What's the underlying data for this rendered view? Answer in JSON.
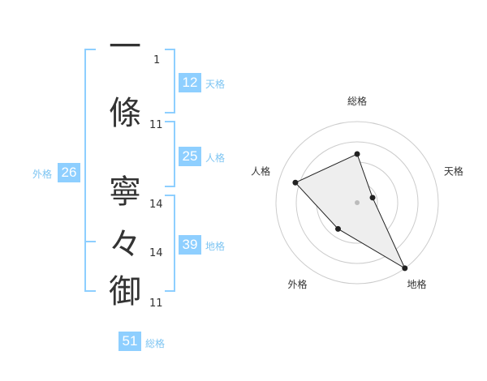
{
  "name": {
    "chars": [
      {
        "char": "一",
        "strokes": "1"
      },
      {
        "char": "條",
        "strokes": "11"
      },
      {
        "char": "寧",
        "strokes": "14"
      },
      {
        "char": "々",
        "strokes": "14"
      },
      {
        "char": "御",
        "strokes": "11"
      }
    ]
  },
  "fortune": {
    "tenkaku": {
      "value": "12",
      "label": "天格"
    },
    "jinkaku": {
      "value": "25",
      "label": "人格"
    },
    "chikaku": {
      "value": "39",
      "label": "地格"
    },
    "gaikaku": {
      "value": "26",
      "label": "外格"
    },
    "soukaku": {
      "value": "51",
      "label": "総格"
    }
  },
  "chart_data": {
    "type": "radar",
    "axes": [
      "総格",
      "天格",
      "地格",
      "外格",
      "人格"
    ],
    "values": [
      0.6,
      0.2,
      1.0,
      0.4,
      0.8
    ],
    "max": 1.0,
    "rings": 4,
    "colors": {
      "fill": "#eeeeee",
      "line": "#222222",
      "ring": "#cccccc",
      "center": "#bbbbbb"
    }
  }
}
